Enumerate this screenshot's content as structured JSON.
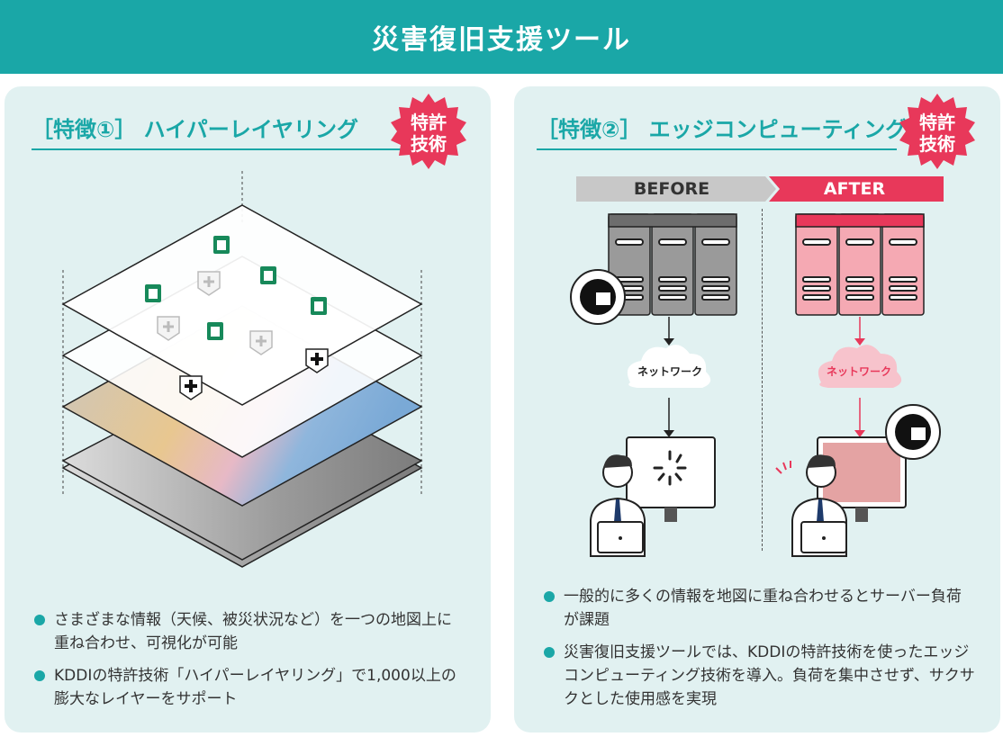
{
  "header": {
    "title": "災害復旧支援ツール"
  },
  "feature1": {
    "title": "［特徴①］ ハイパーレイヤリング",
    "badge": [
      "特許",
      "技術"
    ],
    "bullets": [
      "さまざまな情報（天候、被災状況など）を一つの地図上に重ね合わせ、可視化が可能",
      "KDDIの特許技術「ハイパーレイヤリング」で1,000以上の膨大なレイヤーをサポート"
    ]
  },
  "feature2": {
    "title": "［特徴②］ エッジコンピューティング",
    "badge": [
      "特許",
      "技術"
    ],
    "before_label": "BEFORE",
    "after_label": "AFTER",
    "network_label_before": "ネットワーク",
    "network_label_after": "ネットワーク",
    "bullets": [
      "一般的に多くの情報を地図に重ね合わせるとサーバー負荷が課題",
      "災害復旧支援ツールでは、KDDIの特許技術を使ったエッジコンピューティング技術を導入。負荷を集中させず、サクサクとした使用感を実現"
    ]
  },
  "colors": {
    "teal": "#1aa7a7",
    "pink": "#e8385a",
    "panel_bg": "#e1f1f1"
  }
}
